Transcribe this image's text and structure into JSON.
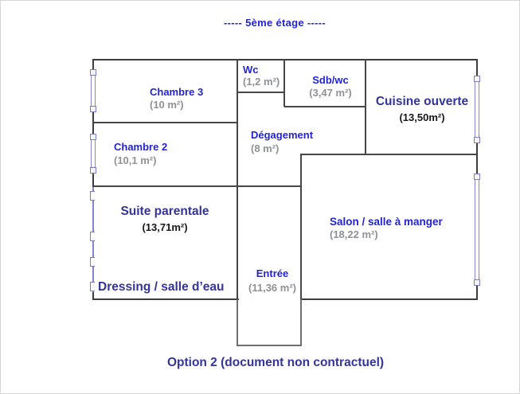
{
  "title": "-----  5ème étage  -----",
  "caption": "Option 2 (document non contractuel)",
  "colors": {
    "plan_label_blue": "#2324d0",
    "plan_area_gray": "#8f9194",
    "annotation_blue": "#34349c",
    "annotation_area_black": "#161616",
    "wall_dark": "#3d3d3d",
    "window_blue": "#7b7bc8"
  },
  "rooms": [
    {
      "name": "chambre-3",
      "label": "Chambre 3",
      "area": "(10 m²)"
    },
    {
      "name": "chambre-2",
      "label": "Chambre 2",
      "area": "(10,1 m²)"
    },
    {
      "name": "wc",
      "label": "Wc",
      "area": "(1,2 m²)"
    },
    {
      "name": "sdb-wc",
      "label": "Sdb/wc",
      "area": "(3,47 m²)"
    },
    {
      "name": "degagement",
      "label": "Dégagement",
      "area": "(8 m²)"
    },
    {
      "name": "cuisine-ouverte",
      "label": "Cuisine ouverte",
      "area": "(13,50m²)"
    },
    {
      "name": "suite-parentale",
      "label": "Suite parentale",
      "area": "(13,71m²)"
    },
    {
      "name": "salon",
      "label": "Salon / salle à manger",
      "area": "(18,22 m²)"
    },
    {
      "name": "entree",
      "label": "Entrée",
      "area": "(11,36 m²)"
    },
    {
      "name": "dressing",
      "label": "Dressing / salle d’eau",
      "area": ""
    }
  ]
}
